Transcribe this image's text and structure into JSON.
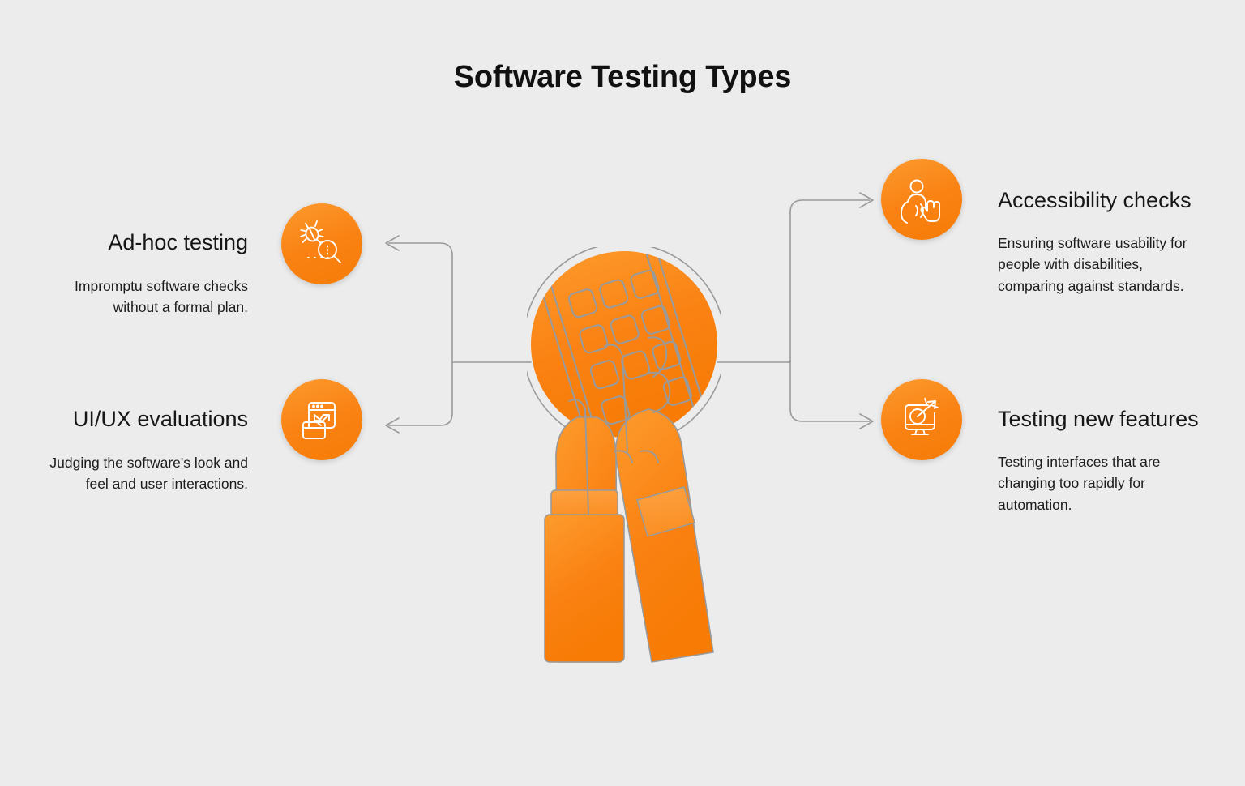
{
  "title": "Software Testing Types",
  "theme": {
    "background": "#ececec",
    "accent": "#FA8213",
    "accent_light": "#FC9A2E",
    "connector": "#9a9a9a",
    "text": "#161616"
  },
  "center": {
    "illustration_name": "hands-holding-smartphone",
    "circle_color": "#FA8213",
    "ring_color": "#9a9a9a"
  },
  "items": [
    {
      "id": "adhoc",
      "side": "left",
      "heading": "Ad-hoc testing",
      "body": "Impromptu software checks without a formal plan.",
      "icon": "bug-magnifier-icon"
    },
    {
      "id": "uiux",
      "side": "left",
      "heading": "UI/UX evaluations",
      "body": "Judging the software's look and feel and user interactions.",
      "icon": "browser-window-resize-icon"
    },
    {
      "id": "accessibility",
      "side": "right",
      "heading": "Accessibility checks",
      "body": "Ensuring software usability for people with disabilities, comparing against standards.",
      "icon": "person-sign-language-icon"
    },
    {
      "id": "newfeatures",
      "side": "right",
      "heading": "Testing new features",
      "body": "Testing interfaces that are changing too rapidly for automation.",
      "icon": "monitor-target-arrow-icon"
    }
  ]
}
